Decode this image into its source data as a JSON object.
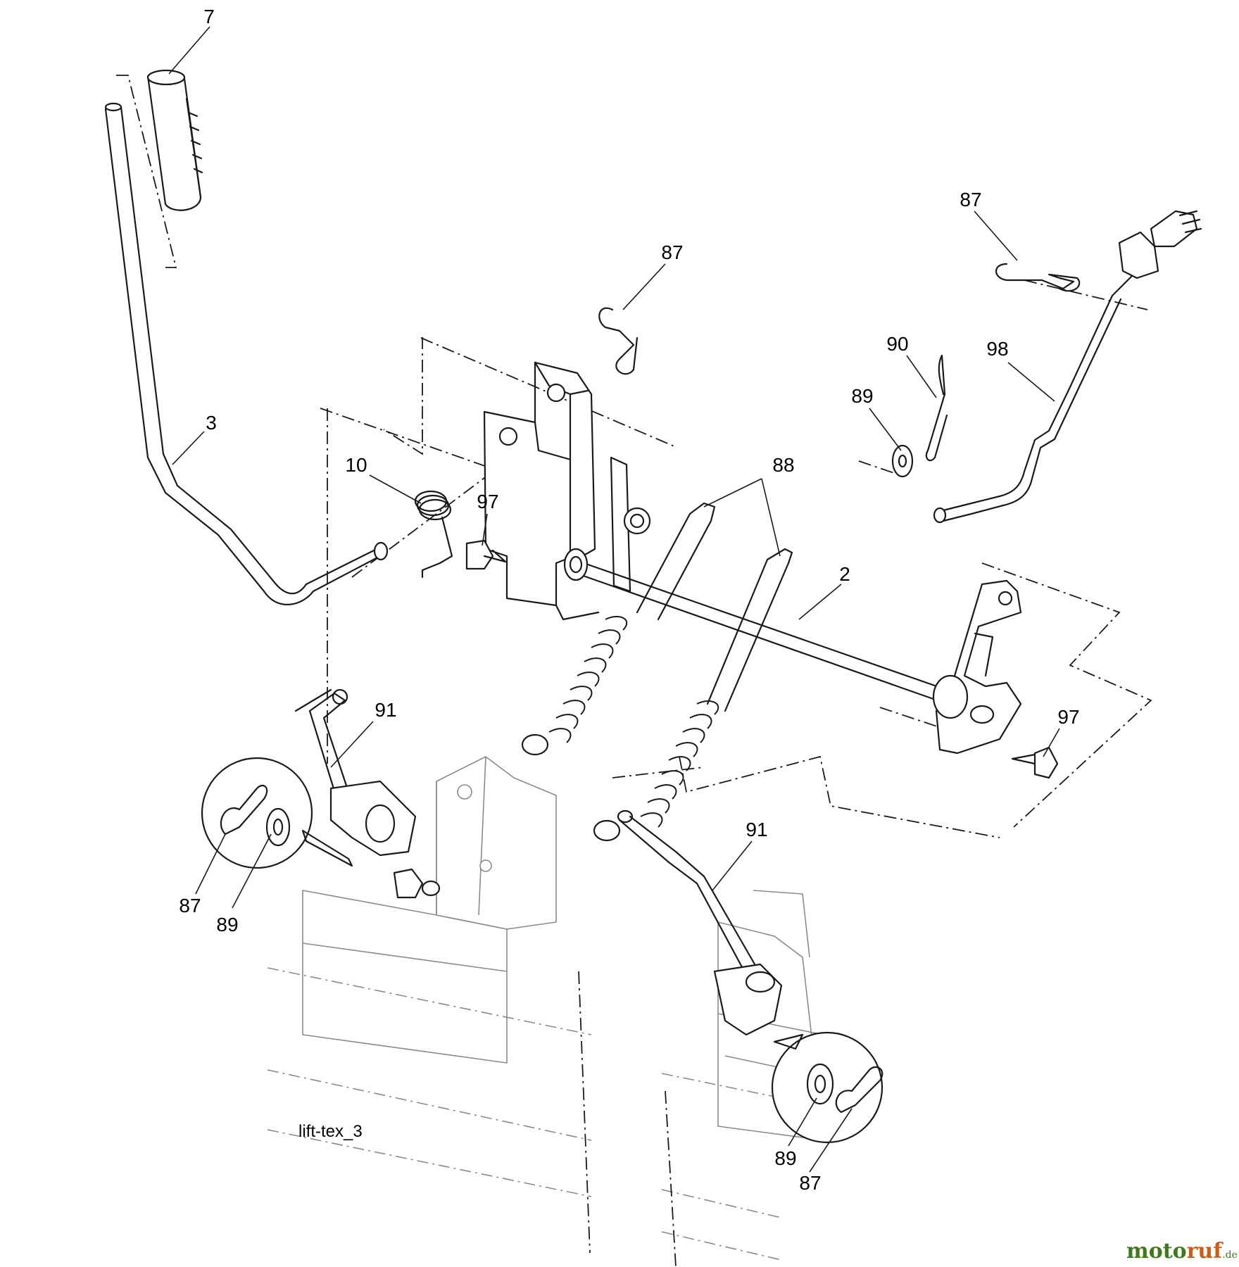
{
  "diagram": {
    "caption": "lift-tex_3",
    "callouts": [
      {
        "id": "c7",
        "text": "7"
      },
      {
        "id": "c3",
        "text": "3"
      },
      {
        "id": "c10",
        "text": "10"
      },
      {
        "id": "c97a",
        "text": "97"
      },
      {
        "id": "c87a",
        "text": "87"
      },
      {
        "id": "c87b",
        "text": "87"
      },
      {
        "id": "c90",
        "text": "90"
      },
      {
        "id": "c98",
        "text": "98"
      },
      {
        "id": "c89a",
        "text": "89"
      },
      {
        "id": "c88",
        "text": "88"
      },
      {
        "id": "c2",
        "text": "2"
      },
      {
        "id": "c97b",
        "text": "97"
      },
      {
        "id": "c91a",
        "text": "91"
      },
      {
        "id": "c91b",
        "text": "91"
      },
      {
        "id": "c87c",
        "text": "87"
      },
      {
        "id": "c89b",
        "text": "89"
      },
      {
        "id": "c89c",
        "text": "89"
      },
      {
        "id": "c87d",
        "text": "87"
      }
    ]
  },
  "watermark": {
    "part1": "moto",
    "part2": "ruf",
    "suffix": ".de"
  }
}
